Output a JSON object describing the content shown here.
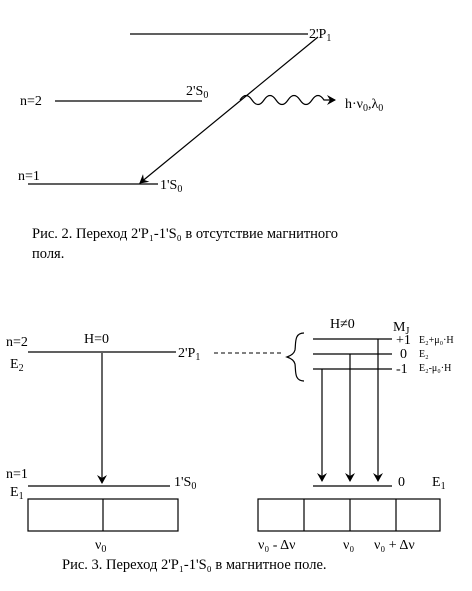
{
  "figure2": {
    "level_2P1": "2'P",
    "level_2P1_sub": "1",
    "label_n2": "n=2",
    "level_2S0": "2'S",
    "level_2S0_sub": "0",
    "label_n1": "n=1",
    "level_1S0": "1'S",
    "level_1S0_sub": "0",
    "photon_label": "h·ν",
    "photon_sub": "0",
    "photon_lambda": ",λ",
    "photon_lambda_sub": "0",
    "caption_line1": "Рис. 2. Переход 2'P₁-1'S₀ в отсутствие магнитного",
    "caption_line2": "поля."
  },
  "figure3": {
    "label_n2": "n=2",
    "label_E2": "E",
    "label_E2_sub": "2",
    "label_H0": "H=0",
    "level_2P1": "2'P",
    "level_2P1_sub": "1",
    "label_Hne0": "H≠0",
    "label_MJ": "M",
    "label_MJ_sub": "J",
    "mj_plus": "+1",
    "mj_zero": "0",
    "mj_minus": "-1",
    "energy_plus": "E₂+μ₀·H",
    "energy_zero": "E₂",
    "energy_minus": "E₂-μ₀·H",
    "label_n1": "n=1",
    "label_E1": "E",
    "label_E1_sub": "1",
    "level_1S0": "1'S",
    "level_1S0_sub": "0",
    "lower_mj": "0",
    "lower_E1": "E",
    "lower_E1_sub": "1",
    "freq_left": "ν",
    "freq_left_sub": "0",
    "freq_r1": "ν₀  -  Δν",
    "freq_r2": "ν₀",
    "freq_r3": "ν₀  +  Δν",
    "caption": "Рис. 3. Переход 2'P₁-1'S₀ в магнитное поле."
  }
}
